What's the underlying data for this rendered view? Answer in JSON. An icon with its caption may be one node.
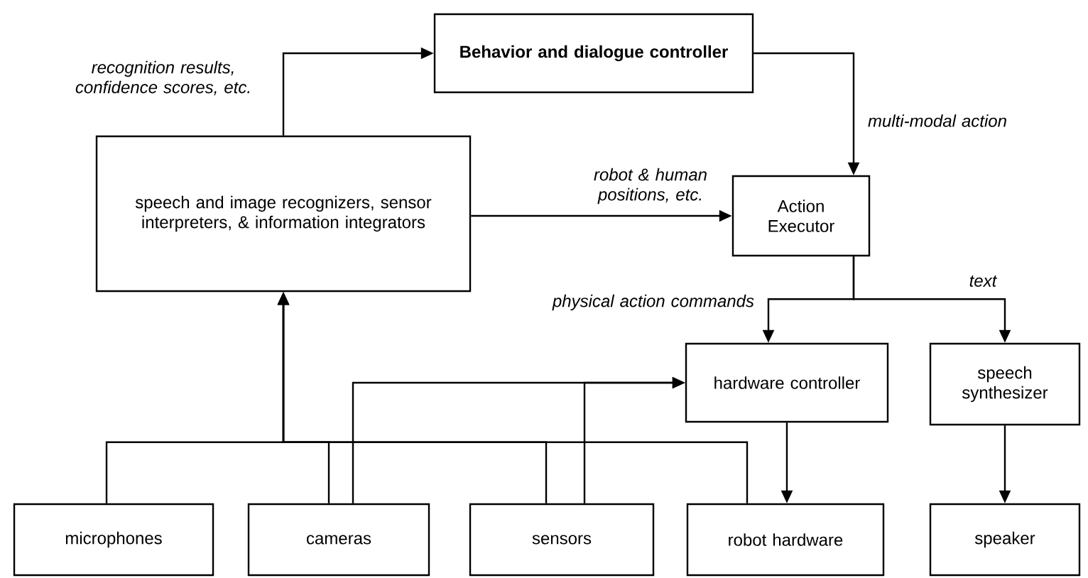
{
  "diagram": {
    "nodes": [
      {
        "text": [
          "Behavior and dialogue controller"
        ]
      },
      {
        "text": [
          "speech and image recognizers, sensor interpreters, & information integrators"
        ]
      },
      {
        "text": [
          "Action Executor"
        ]
      },
      {
        "text": [
          "hardware controller"
        ]
      },
      {
        "text": [
          "speech synthesizer"
        ]
      },
      {
        "text": [
          "microphones"
        ]
      },
      {
        "text": [
          "cameras"
        ]
      },
      {
        "text": [
          "sensors"
        ]
      },
      {
        "text": [
          "robot hardware"
        ]
      },
      {
        "text": [
          "speaker"
        ]
      }
    ],
    "edges": [
      {
        "from": 1,
        "to": 0,
        "arrow": "to",
        "label": "recognition results, confidence scores, etc."
      },
      {
        "from": 0,
        "to": 2,
        "arrow": "to",
        "label": "multi-modal action"
      },
      {
        "from": 1,
        "to": 2,
        "arrow": "to",
        "label": "robot & human positions, etc."
      },
      {
        "from": 2,
        "to": 3,
        "arrow": "to",
        "label": "physical action commands"
      },
      {
        "from": 2,
        "to": 4,
        "arrow": "to",
        "label": "text"
      },
      {
        "from": 3,
        "to": 8,
        "arrow": "to"
      },
      {
        "from": 4,
        "to": 9,
        "arrow": "to"
      },
      {
        "from": 5,
        "to": 1,
        "arrow": "to"
      },
      {
        "from": 6,
        "to": 1,
        "arrow": "to"
      },
      {
        "from": 7,
        "to": 1,
        "arrow": "to"
      },
      {
        "from": 8,
        "to": 1,
        "arrow": "to"
      },
      {
        "from": 6,
        "to": 3,
        "arrow": "to"
      },
      {
        "from": 7,
        "to": 3,
        "arrow": "to"
      }
    ]
  }
}
